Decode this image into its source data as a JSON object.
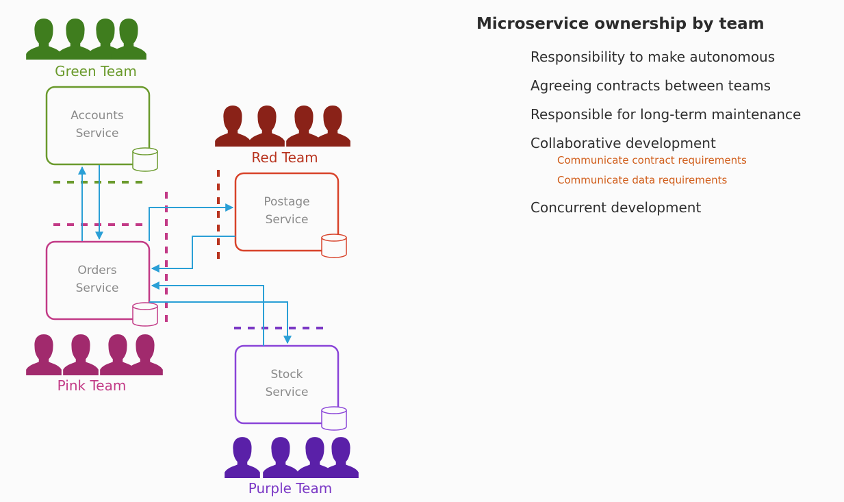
{
  "heading": "Microservice ownership by team",
  "points": [
    "Responsibility to make autonomous",
    "Agreeing contracts between teams",
    "Responsible for long-term maintenance",
    "Collaborative development",
    "Concurrent development"
  ],
  "subpoints": [
    "Communicate contract requirements",
    "Communicate data requirements"
  ],
  "teams": {
    "green": "Green Team",
    "red": "Red Team",
    "pink": "Pink Team",
    "purple": "Purple Team"
  },
  "services": {
    "accounts": [
      "Accounts",
      "Service"
    ],
    "postage": [
      "Postage",
      "Service"
    ],
    "orders": [
      "Orders",
      "Service"
    ],
    "stock": [
      "Stock",
      "Service"
    ]
  },
  "colors": {
    "green": "#6a9a2c",
    "red": "#b8341f",
    "pink": "#c23a86",
    "purple": "#7a37c5",
    "arrow": "#2a9fd6",
    "subpoint": "#d05d1a"
  }
}
